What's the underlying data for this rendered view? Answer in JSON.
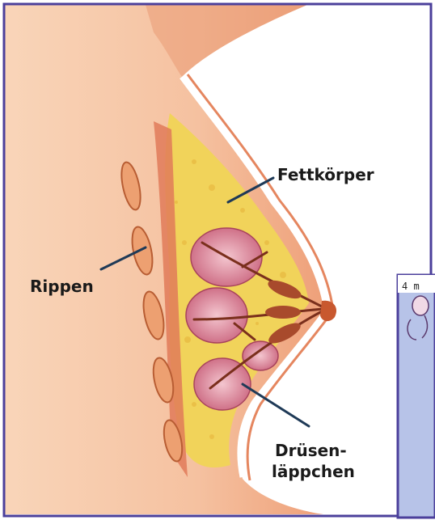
{
  "labels": {
    "fat_body": "Fettkörper",
    "ribs": "Rippen",
    "glandular_lobules_line1": "Drüsen-",
    "glandular_lobules_line2": "läppchen"
  },
  "inset": {
    "caption": "4 m"
  },
  "colors": {
    "frame": "#4b3f9b",
    "skin": "#f6c3a0",
    "skin_dark": "#e79169",
    "fat": "#f1d35a",
    "rib": "#e79a68",
    "lobule": "#d9869a",
    "duct": "#7a2f1c",
    "inset_bg": "#b7c3e8"
  }
}
